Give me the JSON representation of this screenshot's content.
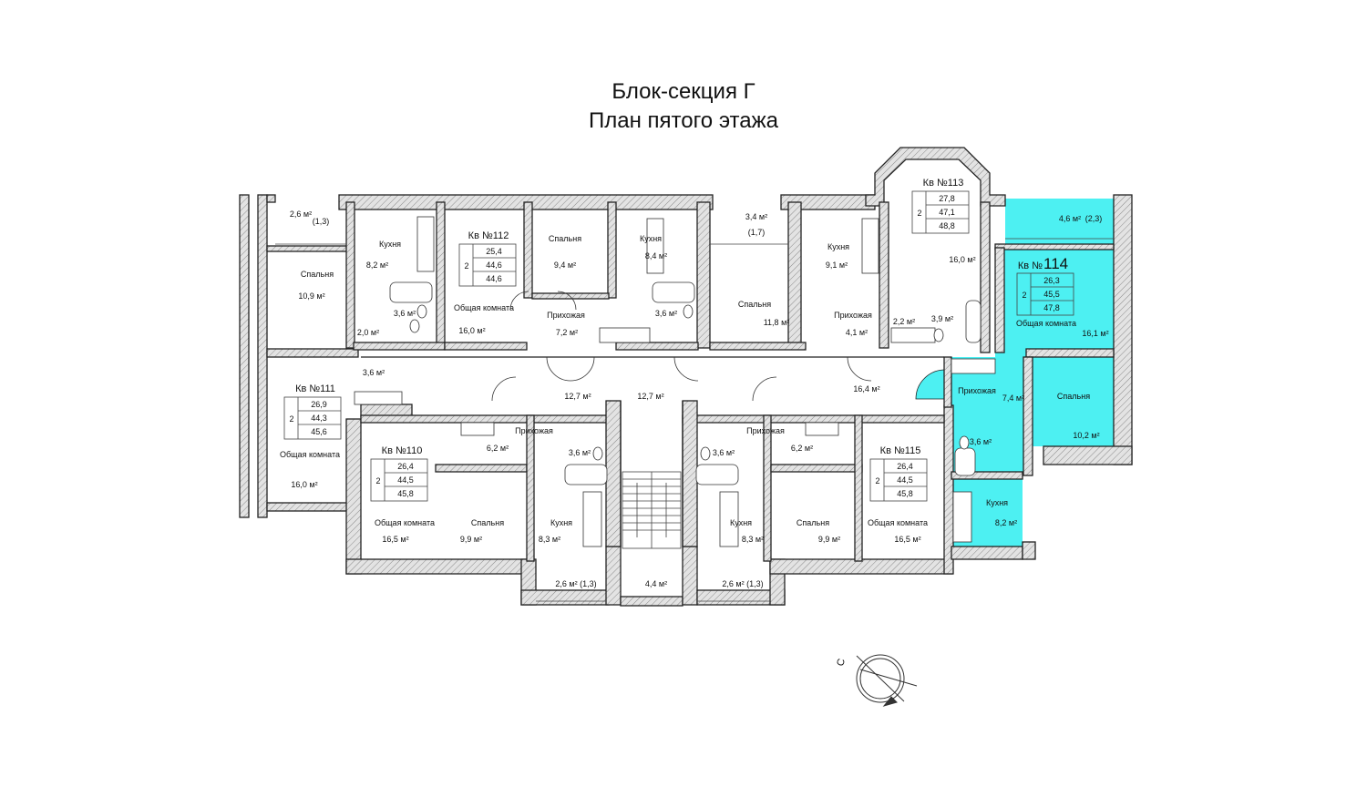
{
  "title": {
    "line1": "Блок-секция Г",
    "line2": "План пятого этажа"
  },
  "colors": {
    "highlight": "#4df0f2",
    "wall": "#dcdcdc",
    "line": "#222222"
  },
  "compass": {
    "label": "С"
  },
  "apartments": {
    "a110": {
      "label": "Кв №110",
      "rooms": "2",
      "living": "26,4",
      "total": "44,5",
      "total_with_balcony": "45,8"
    },
    "a111": {
      "label": "Кв №111",
      "rooms": "2",
      "living": "26,9",
      "total": "44,3",
      "total_with_balcony": "45,6"
    },
    "a112": {
      "label": "Кв №112",
      "rooms": "2",
      "living": "25,4",
      "total": "44,6",
      "total_with_balcony": "44,6"
    },
    "a113": {
      "label": "Кв №113",
      "rooms": "2",
      "living": "27,8",
      "total": "47,1",
      "total_with_balcony": "48,8"
    },
    "a114": {
      "label_prefix": "Кв №",
      "number": "114",
      "rooms": "2",
      "living": "26,3",
      "total": "45,5",
      "total_with_balcony": "47,8"
    },
    "a115": {
      "label": "Кв №115",
      "rooms": "2",
      "living": "26,4",
      "total": "44,5",
      "total_with_balcony": "45,8"
    }
  },
  "labels": [
    {
      "id": "l1",
      "text": "2,6 м²"
    },
    {
      "id": "l2",
      "text": "(1,3)"
    },
    {
      "id": "l3",
      "text": "Спальня"
    },
    {
      "id": "l4",
      "text": "10,9 м²"
    },
    {
      "id": "l5",
      "text": "Кухня"
    },
    {
      "id": "l6",
      "text": "8,2 м²"
    },
    {
      "id": "l7",
      "text": "3,6 м²"
    },
    {
      "id": "l8",
      "text": "2,0 м²"
    },
    {
      "id": "l9",
      "text": "Общая комната"
    },
    {
      "id": "l10",
      "text": "16,0 м²"
    },
    {
      "id": "l11",
      "text": "Спальня"
    },
    {
      "id": "l12",
      "text": "9,4 м²"
    },
    {
      "id": "l13",
      "text": "Прихожая"
    },
    {
      "id": "l14",
      "text": "7,2 м²"
    },
    {
      "id": "l15",
      "text": "Кухня"
    },
    {
      "id": "l16",
      "text": "8,4 м²"
    },
    {
      "id": "l17",
      "text": "3,6 м²"
    },
    {
      "id": "l18",
      "text": "3,4 м²"
    },
    {
      "id": "l19",
      "text": "(1,7)"
    },
    {
      "id": "l20",
      "text": "Спальня"
    },
    {
      "id": "l21",
      "text": "11,8 м²"
    },
    {
      "id": "l22",
      "text": "Кухня"
    },
    {
      "id": "l23",
      "text": "9,1 м²"
    },
    {
      "id": "l24",
      "text": "Прихожая"
    },
    {
      "id": "l25",
      "text": "4,1 м²"
    },
    {
      "id": "l26",
      "text": "2,2 м²"
    },
    {
      "id": "l27",
      "text": "3,9 м²"
    },
    {
      "id": "l28",
      "text": "16,0 м²"
    },
    {
      "id": "l29",
      "text": "4,6 м²"
    },
    {
      "id": "l30",
      "text": "(2,3)"
    },
    {
      "id": "l31",
      "text": "Общая комната"
    },
    {
      "id": "l32",
      "text": "16,1 м²"
    },
    {
      "id": "l33",
      "text": "Прихожая"
    },
    {
      "id": "l34",
      "text": "7,4 м²"
    },
    {
      "id": "l35",
      "text": "Спальня"
    },
    {
      "id": "l36",
      "text": "10,2 м²"
    },
    {
      "id": "l37",
      "text": "3,6 м²"
    },
    {
      "id": "l38",
      "text": "Кухня"
    },
    {
      "id": "l39",
      "text": "8,2 м²"
    },
    {
      "id": "l40",
      "text": "3,6 м²"
    },
    {
      "id": "l41",
      "text": "12,7 м²"
    },
    {
      "id": "l42",
      "text": "12,7 м²"
    },
    {
      "id": "l43",
      "text": "16,4 м²"
    },
    {
      "id": "l44",
      "text": "Общая комната"
    },
    {
      "id": "l45",
      "text": "16,0 м²"
    },
    {
      "id": "l46",
      "text": "Прихожая"
    },
    {
      "id": "l47",
      "text": "6,2 м²"
    },
    {
      "id": "l48",
      "text": "3,6 м²"
    },
    {
      "id": "l49",
      "text": "Общая комната"
    },
    {
      "id": "l50",
      "text": "16,5 м²"
    },
    {
      "id": "l51",
      "text": "Спальня"
    },
    {
      "id": "l52",
      "text": "9,9 м²"
    },
    {
      "id": "l53",
      "text": "Кухня"
    },
    {
      "id": "l54",
      "text": "8,3 м²"
    },
    {
      "id": "l55",
      "text": "2,6 м² (1,3)"
    },
    {
      "id": "l56",
      "text": "4,4 м²"
    },
    {
      "id": "l57",
      "text": "3,6 м²"
    },
    {
      "id": "l58",
      "text": "Прихожая"
    },
    {
      "id": "l59",
      "text": "6,2 м²"
    },
    {
      "id": "l60",
      "text": "Кухня"
    },
    {
      "id": "l61",
      "text": "8,3 м²"
    },
    {
      "id": "l62",
      "text": "Спальня"
    },
    {
      "id": "l63",
      "text": "9,9 м²"
    },
    {
      "id": "l64",
      "text": "Общая комната"
    },
    {
      "id": "l65",
      "text": "16,5 м²"
    },
    {
      "id": "l66",
      "text": "2,6 м² (1,3)"
    }
  ]
}
